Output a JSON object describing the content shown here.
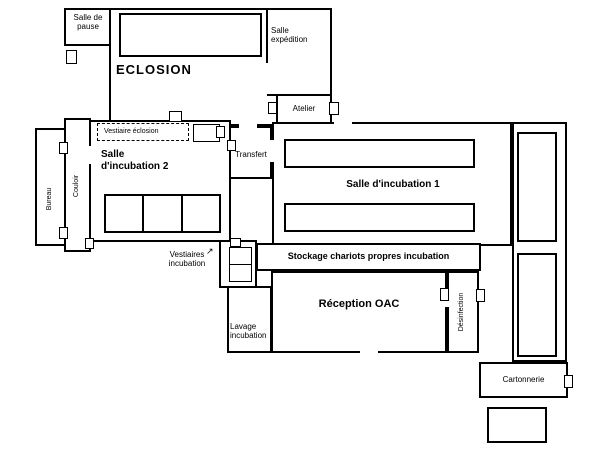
{
  "floorplan": {
    "labels": {
      "salle_de_pause": "Salle de pause",
      "eclosion": "ECLOSION",
      "salle_expedition": "Salle expédition",
      "atelier": "Atelier",
      "vestiaire_eclosion": "Vestiaire éclosion",
      "salle_incubation_2": "Salle d'incubation 2",
      "transfert": "Transfert",
      "salle_incubation_1": "Salle d'incubation 1",
      "bureau": "Bureau",
      "couloir": "Couloir",
      "vestiaires_incubation": "Vestiaires incubation",
      "vestiaires_arrow": "↗",
      "stockage_chariots": "Stockage chariots propres incubation",
      "lavage_incubation": "Lavage incubation",
      "reception_oac": "Réception OAC",
      "desinfection": "Désinfection",
      "cartonnerie": "Cartonnerie"
    }
  }
}
